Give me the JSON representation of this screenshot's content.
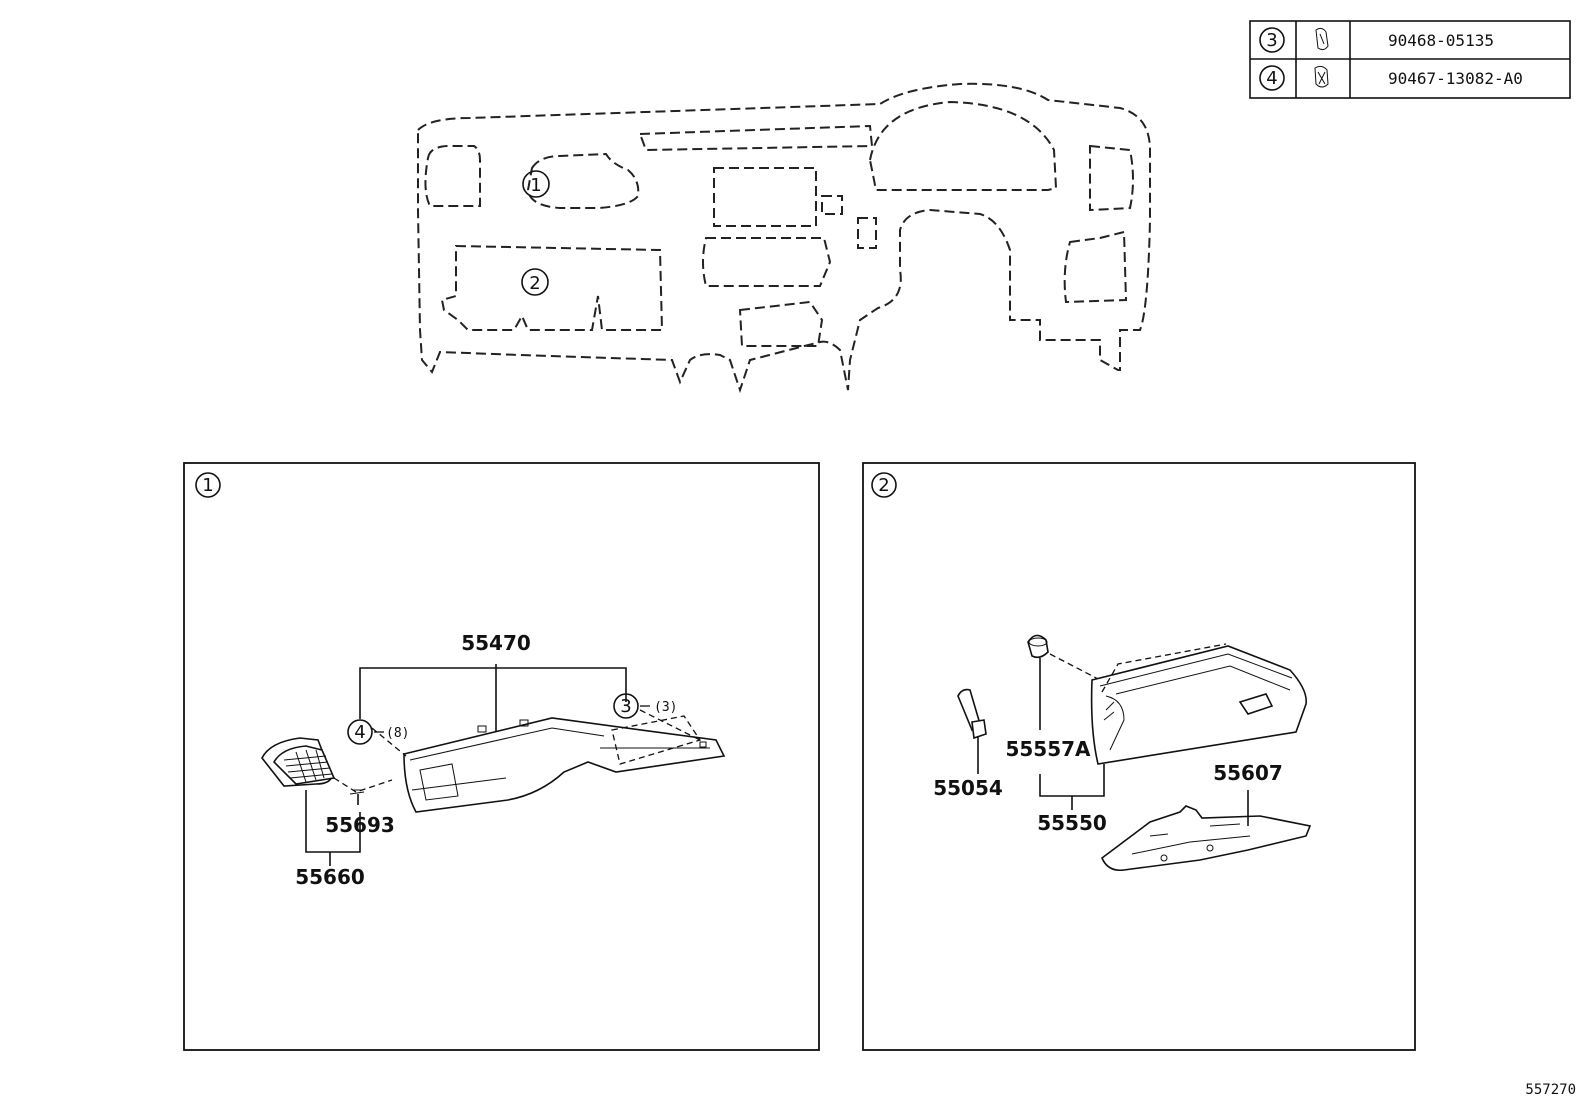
{
  "parts_table": {
    "rows": [
      {
        "ref": "3",
        "part_no": "90468-05135",
        "icon": "clip-icon"
      },
      {
        "ref": "4",
        "part_no": "90467-13082-A0",
        "icon": "clip-icon"
      }
    ]
  },
  "overview": {
    "callout_1": "1",
    "callout_2": "2"
  },
  "panel_1": {
    "label": "1",
    "part_55470": "55470",
    "callout_4": "4",
    "qty_4": "(8)",
    "callout_3": "3",
    "qty_3": "(3)",
    "part_55693": "55693",
    "part_55660": "55660"
  },
  "panel_2": {
    "label": "2",
    "part_55054": "55054",
    "part_55557A": "55557A",
    "part_55550": "55550",
    "part_55607": "55607"
  },
  "figure_id": "557270"
}
